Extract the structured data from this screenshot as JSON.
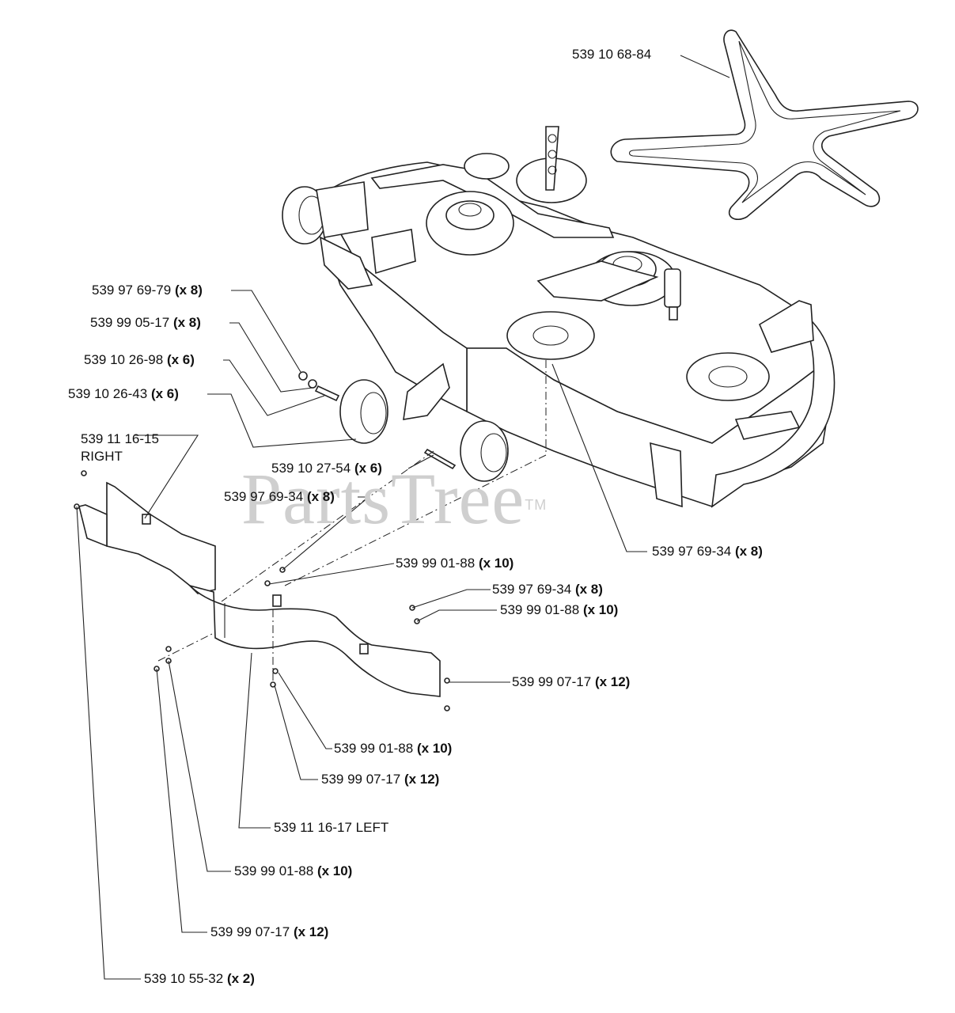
{
  "watermark": {
    "text": "PartsTree",
    "mark": "TM"
  },
  "labels": [
    {
      "id": "belt",
      "part": "539 10 68-84",
      "qty": ""
    },
    {
      "id": "l1",
      "part": "539 97 69-79",
      "qty": "(x 8)"
    },
    {
      "id": "l2",
      "part": "539 99 05-17",
      "qty": "(x 8)"
    },
    {
      "id": "l3",
      "part": "539 10 26-98",
      "qty": "(x 6)"
    },
    {
      "id": "l4",
      "part": "539 10 26-43",
      "qty": "(x 6)"
    },
    {
      "id": "l5",
      "part": "539 11 16-15",
      "qty": "",
      "sub": "RIGHT"
    },
    {
      "id": "l6",
      "part": "539 10 27-54",
      "qty": "(x 6)"
    },
    {
      "id": "l7",
      "part": "539 97 69-34",
      "qty": "(x 8)"
    },
    {
      "id": "l8",
      "part": "539 97 69-34",
      "qty": "(x 8)"
    },
    {
      "id": "l9",
      "part": "539 99 01-88",
      "qty": "(x 10)"
    },
    {
      "id": "l10",
      "part": "539 97 69-34",
      "qty": "(x 8)"
    },
    {
      "id": "l11",
      "part": "539 99 01-88",
      "qty": "(x 10)"
    },
    {
      "id": "l12",
      "part": "539 99 07-17",
      "qty": "(x 12)"
    },
    {
      "id": "l13",
      "part": "539 99 01-88",
      "qty": "(x 10)"
    },
    {
      "id": "l14",
      "part": "539 99 07-17",
      "qty": "(x 12)"
    },
    {
      "id": "l15",
      "part": "539 11 16-17 LEFT",
      "qty": ""
    },
    {
      "id": "l16",
      "part": "539 99 01-88",
      "qty": "(x 10)"
    },
    {
      "id": "l17",
      "part": "539 99 07-17",
      "qty": "(x 12)"
    },
    {
      "id": "l18",
      "part": "539 10 55-32",
      "qty": "(x 2)"
    }
  ]
}
